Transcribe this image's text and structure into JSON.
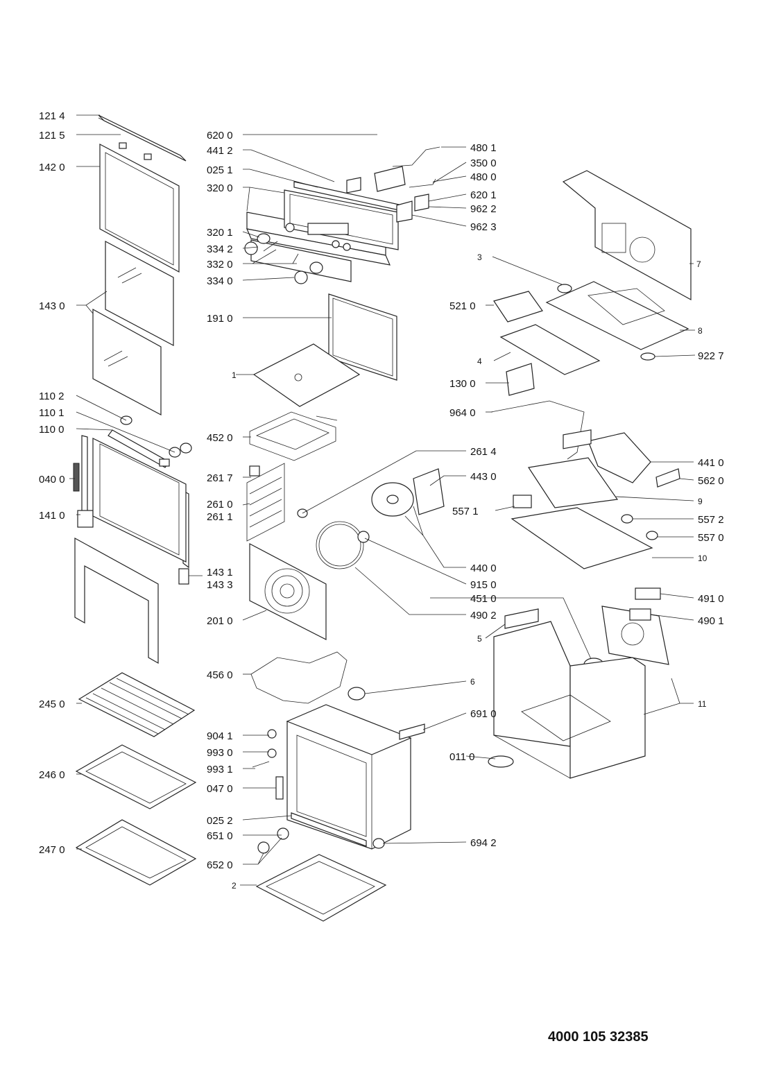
{
  "document_number": "4000 105 32385",
  "callouts": [
    "121 4",
    "121 5",
    "142 0",
    "143 0",
    "110 2",
    "110 1",
    "110 0",
    "040 0",
    "141 0",
    "245 0",
    "246 0",
    "247 0",
    "620 0",
    "441 2",
    "025 1",
    "320 0",
    "320 1",
    "334 2",
    "332 0",
    "334 0",
    "191 0",
    "1",
    "452 0",
    "261 7",
    "261 0",
    "261 1",
    "143 1",
    "143 3",
    "201 0",
    "456 0",
    "904 1",
    "993 0",
    "993 1",
    "047 0",
    "025 2",
    "651 0",
    "652 0",
    "2",
    "480 1",
    "350 0",
    "480 0",
    "620 1",
    "962 2",
    "962 3",
    "3",
    "7",
    "521 0",
    "8",
    "4",
    "922 7",
    "130 0",
    "964 0",
    "261 4",
    "443 0",
    "441 0",
    "562 0",
    "9",
    "557 1",
    "557 2",
    "557 0",
    "10",
    "440 0",
    "915 0",
    "451 0",
    "490 2",
    "491 0",
    "490 1",
    "5",
    "6",
    "691 0",
    "11",
    "011 0",
    "694 2"
  ]
}
